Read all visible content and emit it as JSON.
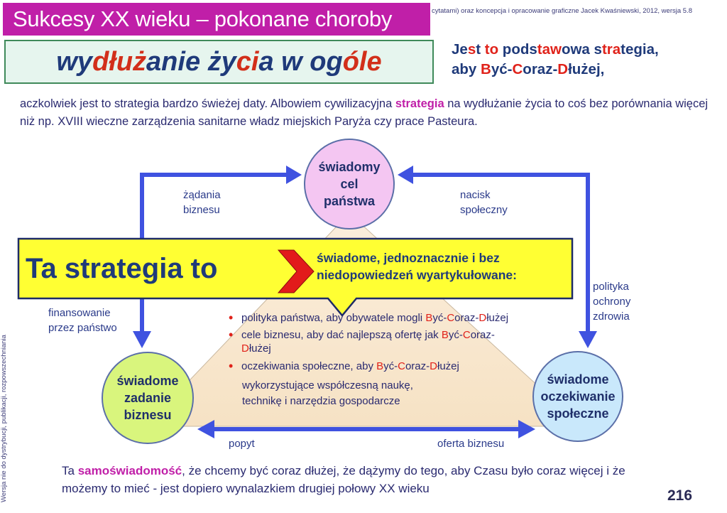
{
  "header": {
    "title": "Sukcesy XX wieku – pokonane choroby",
    "credit": "cytatami) oraz koncepcja i opracowanie graficzne Jacek Kwaśniewski, 2012,  wersja 5.8"
  },
  "subtitle": {
    "p1": "wy",
    "p2": "dłuż",
    "p3": "anie ży",
    "p4": "ci",
    "p5": "a w og",
    "p6": "óle"
  },
  "strategy": {
    "l1a": "Je",
    "l1b": "s",
    "l1c": "t ",
    "l1d": "to",
    "l1e": " pods",
    "l1f": "taw",
    "l1g": "owa s",
    "l1h": "tra",
    "l1i": "tegia,",
    "l2a": "aby ",
    "l2b": "B",
    "l2c": "yć-",
    "l2d": "C",
    "l2e": "oraz-",
    "l2f": "D",
    "l2g": "łużej,"
  },
  "intro": {
    "before": "aczkolwiek jest to strategia bardzo świeżej daty. Albowiem cywilizacyjna ",
    "highlight": "strategia",
    "after": " na wydłużanie życia to coś bez porównania więcej niż np. XVIII wieczne zarządzenia sanitarne władz miejskich Paryża czy prace Pasteura."
  },
  "diagram": {
    "top_circle": [
      "świadomy",
      "cel",
      "państwa"
    ],
    "left_circle": [
      "świadome",
      "zadanie",
      "biznesu"
    ],
    "right_circle": [
      "świadome",
      "oczekiwanie",
      "społeczne"
    ],
    "label_zadania": [
      "żądania",
      "biznesu"
    ],
    "label_nacisk": [
      "nacisk",
      "społeczny"
    ],
    "label_finansowanie": [
      "finansowanie",
      "przez państwo"
    ],
    "label_polityka": [
      "polityka",
      "ochrony",
      "zdrowia"
    ],
    "label_popyt": "popyt",
    "label_oferta": "oferta biznesu"
  },
  "callout": {
    "left": "Ta strategia to",
    "right_line1": "świadome, jednoznacznie i bez",
    "right_line2": "niedopowiedzeń wyartykułowane:"
  },
  "bullets": {
    "b1_text": "polityka państwa, aby obywatele mogli ",
    "b2_text": "cele biznesu, aby dać najlepszą ofertę jak ",
    "b3_text": "oczekiwania społeczne, aby ",
    "byc": "B",
    "byc_rest": "yć-",
    "coraz": "C",
    "coraz_rest": "oraz-",
    "dl": "D",
    "dl_rest": "łużej",
    "b2_cont": "łużej",
    "b3_line2": "wykorzystujące współczesną naukę,",
    "b3_line3": "technikę i narzędzia gospodarcze"
  },
  "bottom": {
    "before": "Ta  ",
    "highlight": "samoświadomość",
    "after": ",  że chcemy być coraz dłużej, że dążymy do tego, aby Czasu było coraz więcej i że możemy to mieć - jest dopiero wynalazkiem drugiej połowy XX wieku"
  },
  "page_number": "216",
  "vertical_note": "Wersja nie do dystrybucji, publikacji, rozpowszechniania",
  "colors": {
    "title_bg": "#c01fa8",
    "arrow": "#3f52e0",
    "callout_bg": "#ffff33",
    "accent_red": "#e0221a"
  }
}
